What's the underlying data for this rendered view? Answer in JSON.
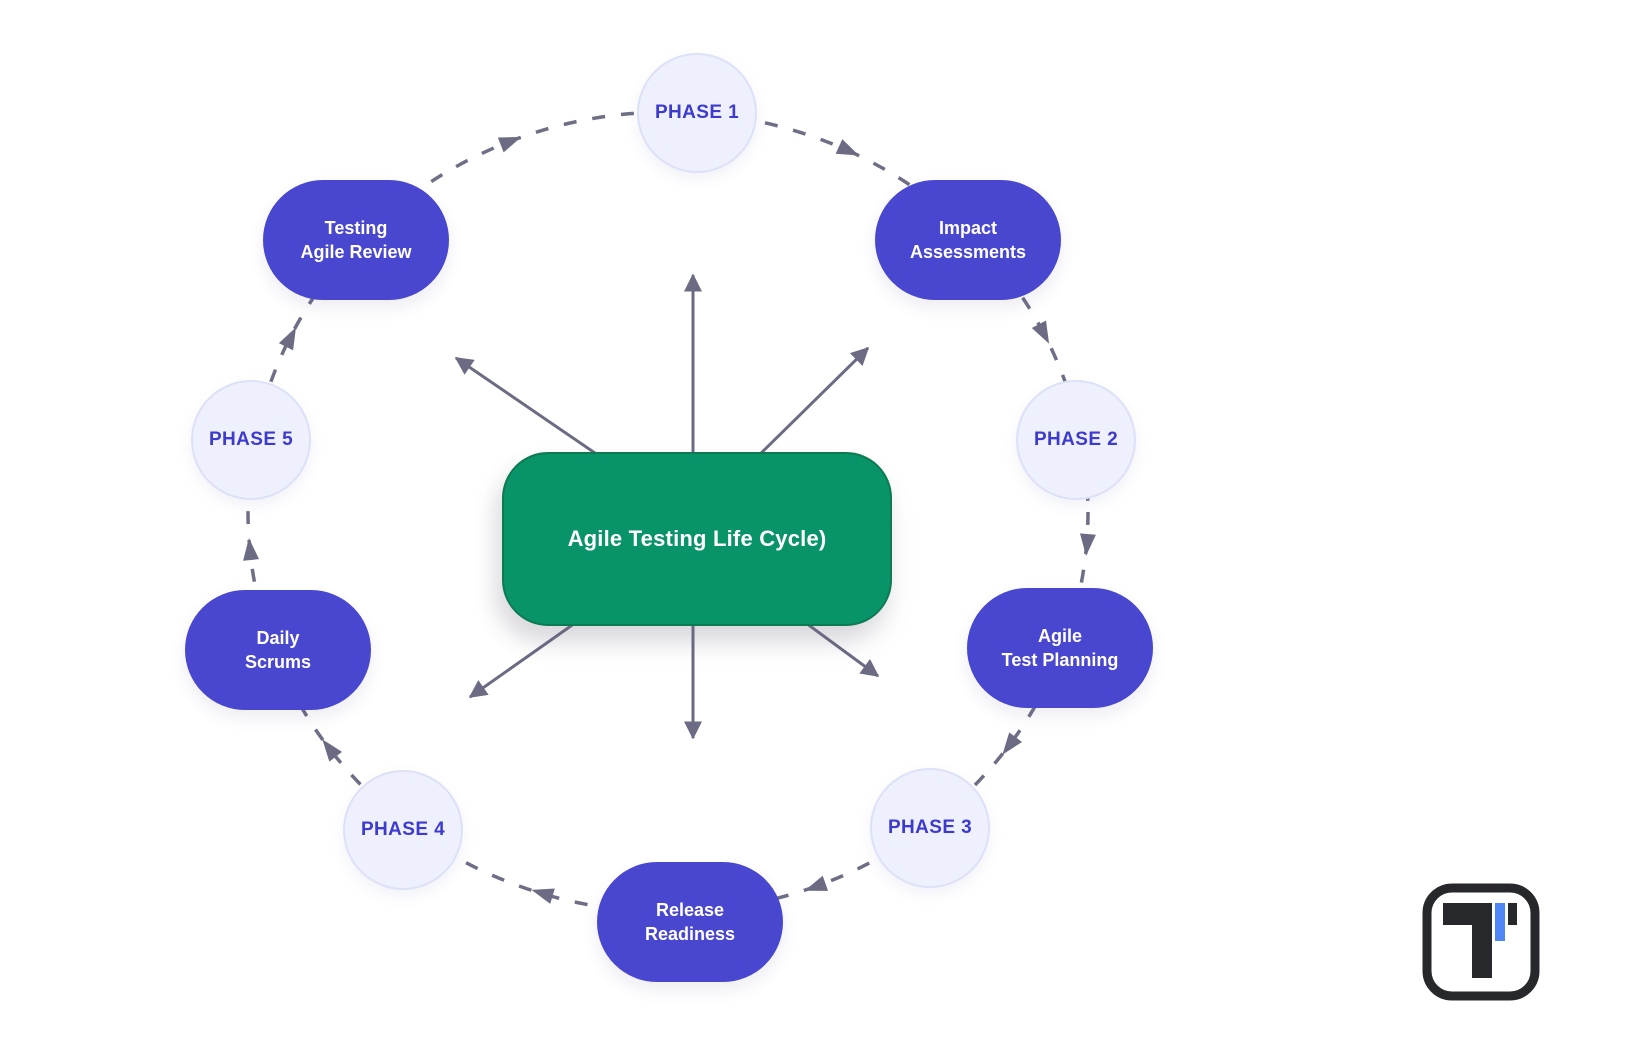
{
  "diagram_title": "Agile Testing Life Cycle)",
  "center": {
    "label": "Agile Testing Life Cycle)"
  },
  "phases": [
    {
      "label": "PHASE 1"
    },
    {
      "label": "PHASE 2"
    },
    {
      "label": "PHASE 3"
    },
    {
      "label": "PHASE 4"
    },
    {
      "label": "PHASE 5"
    }
  ],
  "activities": [
    {
      "name": "testing-agile-review",
      "lines": [
        "Testing",
        "Agile Review"
      ]
    },
    {
      "name": "impact-assessments",
      "lines": [
        "Impact",
        "Assessments"
      ]
    },
    {
      "name": "agile-test-planning",
      "lines": [
        "Agile",
        "Test Planning"
      ]
    },
    {
      "name": "release-readiness",
      "lines": [
        "Release",
        "Readiness"
      ]
    },
    {
      "name": "daily-scrums",
      "lines": [
        "Daily",
        "Scrums"
      ]
    }
  ],
  "flow": {
    "direction": "clockwise",
    "sequence": [
      "PHASE 1",
      "Impact Assessments",
      "PHASE 2",
      "Agile Test Planning",
      "PHASE 3",
      "Release Readiness",
      "PHASE 4",
      "Daily Scrums",
      "PHASE 5",
      "Testing Agile Review"
    ]
  },
  "colors": {
    "background": "#ffffff",
    "activity_fill": "#4946cf",
    "activity_text": "#ffffff",
    "phase_fill": "#eef0fd",
    "phase_border": "#dde1f8",
    "phase_text": "#3d3ace",
    "center_fill": "#089468",
    "center_border": "#0d7a52",
    "center_text": "#ffffff",
    "dashed_ring": "#6e6f86",
    "radial_arrows": "#6b6c84",
    "logo_dark": "#27282c",
    "logo_blue": "#4e87f5"
  },
  "icons": {
    "ring_arrowhead": "triangle-arrowhead-icon",
    "logo": "t-mark-logo"
  }
}
